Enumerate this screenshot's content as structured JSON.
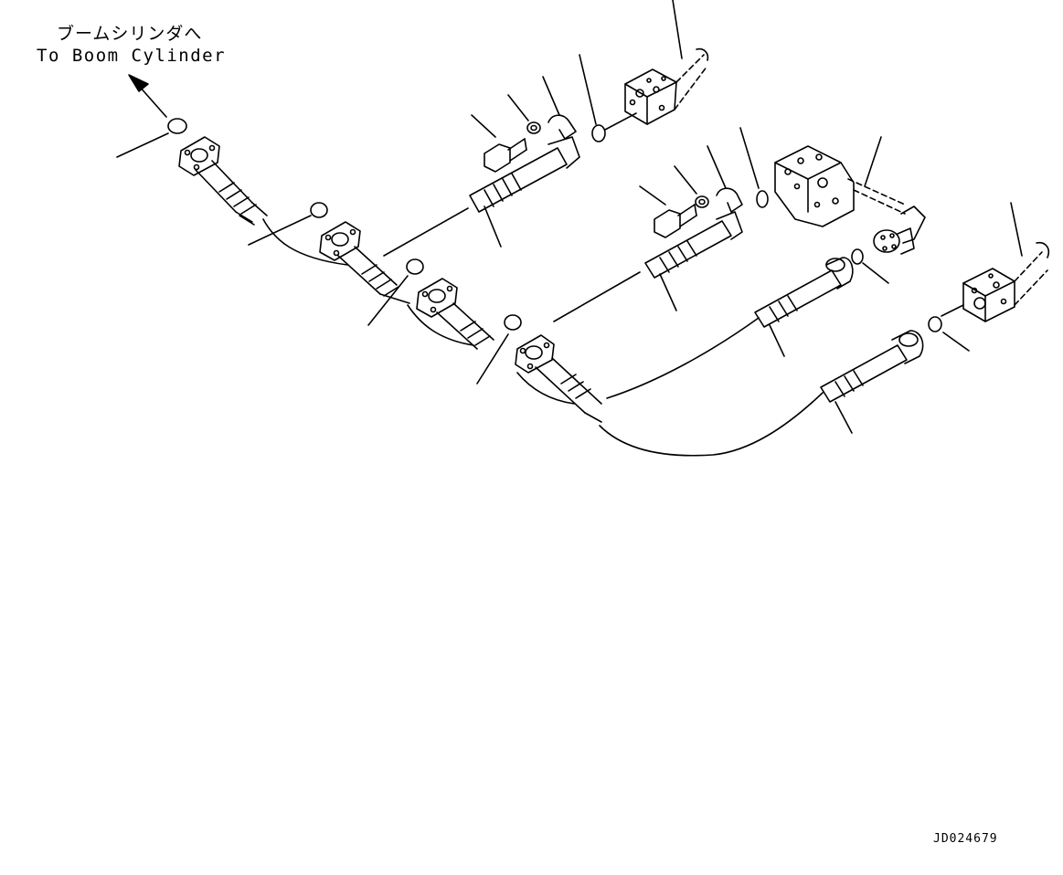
{
  "annotation": {
    "destination_jp": "ブームシリンダへ",
    "destination_en": "To Boom Cylinder"
  },
  "drawing_number": "JD024679",
  "colors": {
    "line": "#000000",
    "background": "#ffffff"
  }
}
